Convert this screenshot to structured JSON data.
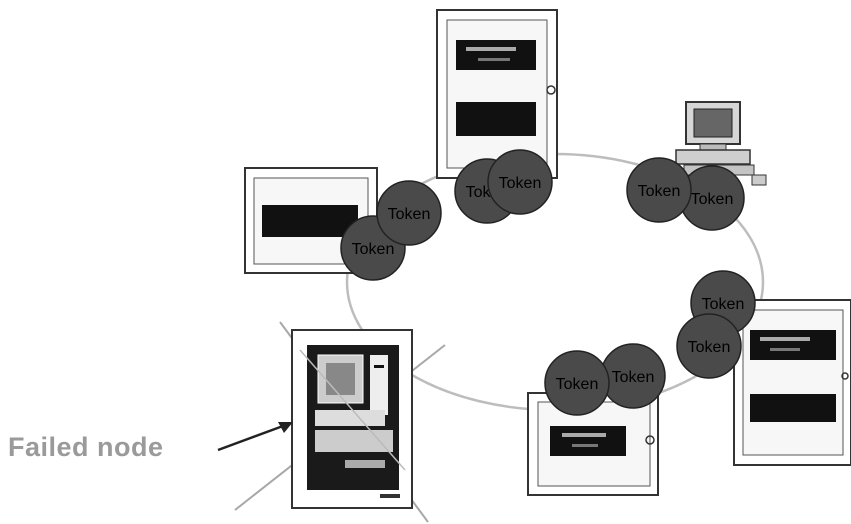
{
  "diagram": {
    "failed_label": "Failed node",
    "token_label": "Token",
    "tokens": [
      {
        "id": "t1"
      },
      {
        "id": "t2"
      },
      {
        "id": "t3"
      },
      {
        "id": "t4"
      },
      {
        "id": "t5"
      },
      {
        "id": "t6"
      },
      {
        "id": "t7"
      },
      {
        "id": "t8"
      },
      {
        "id": "t9"
      },
      {
        "id": "t10"
      },
      {
        "id": "t11"
      },
      {
        "id": "t12"
      }
    ],
    "colors": {
      "token_fill": "#4a4a4a",
      "ring": "#bdbdbd",
      "device_outline": "#333333",
      "label": "#9a9a9a"
    }
  }
}
